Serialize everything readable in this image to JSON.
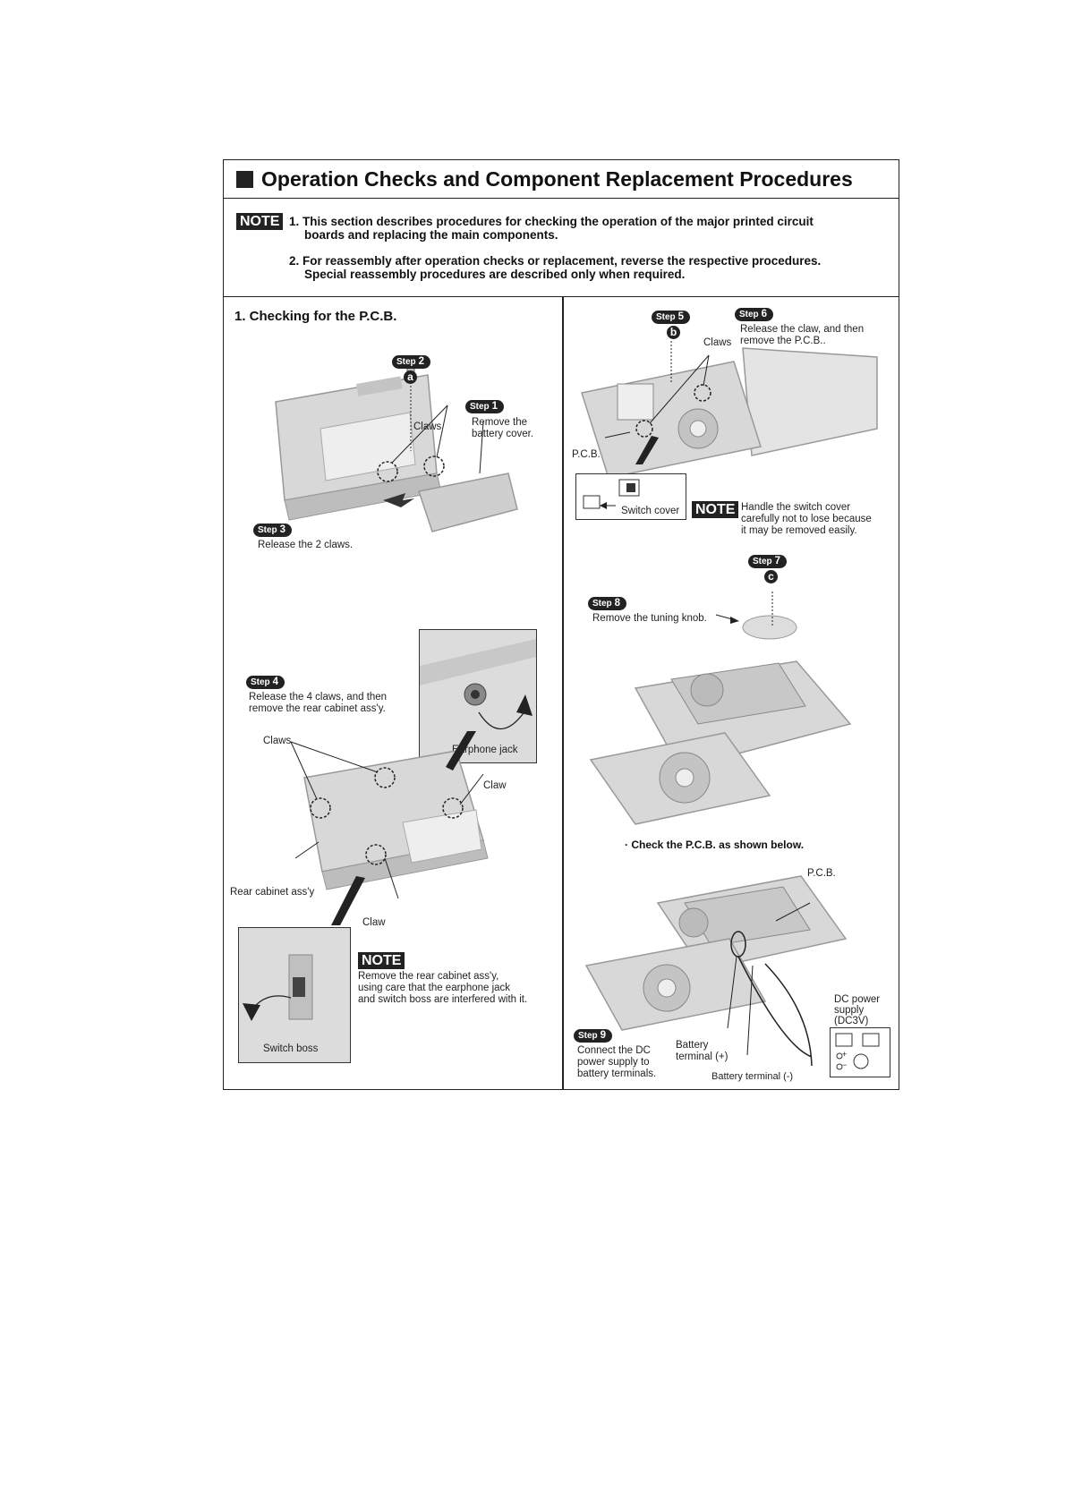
{
  "header": {
    "title": "Operation Checks and Component Replacement Procedures"
  },
  "notes": {
    "badge": "NOTE",
    "item1_line1": "1. This section describes procedures for checking the operation of the major printed circuit",
    "item1_line2": "boards and replacing the main components.",
    "item2_line1": "2. For reassembly after operation checks or replacement, reverse the respective procedures.",
    "item2_line2": "Special reassembly procedures are described only when required."
  },
  "section": {
    "title": "1. Checking for the P.C.B."
  },
  "left": {
    "step1_word": "Step",
    "step1_num": "1",
    "step1_line1": "Remove the",
    "step1_line2": "battery cover.",
    "step2_word": "Step",
    "step2_num": "2",
    "screw_a": "a",
    "claws_a": "Claws",
    "step3_word": "Step",
    "step3_num": "3",
    "step3_text": "Release the 2 claws.",
    "step4_word": "Step",
    "step4_num": "4",
    "step4_line1": "Release the 4 claws, and then",
    "step4_line2": "remove the rear cabinet ass'y.",
    "claws_b": "Claws",
    "claw_right": "Claw",
    "claw_bottom": "Claw",
    "rear_cabinet": "Rear cabinet ass'y",
    "earphone_jack": "Earphone jack",
    "switch_boss": "Switch boss",
    "note_badge": "NOTE",
    "note_line1": "Remove the rear cabinet ass'y,",
    "note_line2": "using care that the earphone jack",
    "note_line3": "and switch boss are interfered with it."
  },
  "right": {
    "step5_word": "Step",
    "step5_num": "5",
    "screw_b": "b",
    "claws": "Claws",
    "step6_word": "Step",
    "step6_num": "6",
    "step6_line1": "Release the claw, and then",
    "step6_line2": "remove the P.C.B..",
    "pcb_a": "P.C.B.",
    "switch_cover": "Switch cover",
    "note_badge": "NOTE",
    "note_line1": "Handle the switch cover",
    "note_line2": "carefully not to lose because",
    "note_line3": "it may be removed easily.",
    "step7_word": "Step",
    "step7_num": "7",
    "screw_c": "c",
    "step8_word": "Step",
    "step8_num": "8",
    "step8_text": "Remove the tuning knob.",
    "check_text": "· Check the P.C.B. as shown below.",
    "pcb_b": "P.C.B.",
    "dc_line1": "DC power",
    "dc_line2": "supply",
    "dc_line3": "(DC3V)",
    "step9_word": "Step",
    "step9_num": "9",
    "step9_line1": "Connect the DC",
    "step9_line2": "power supply to",
    "step9_line3": "battery terminals.",
    "batt_pos_line1": "Battery",
    "batt_pos_line2": "terminal (+)",
    "batt_neg": "Battery terminal (-)",
    "plus": "+",
    "minus": "−"
  }
}
